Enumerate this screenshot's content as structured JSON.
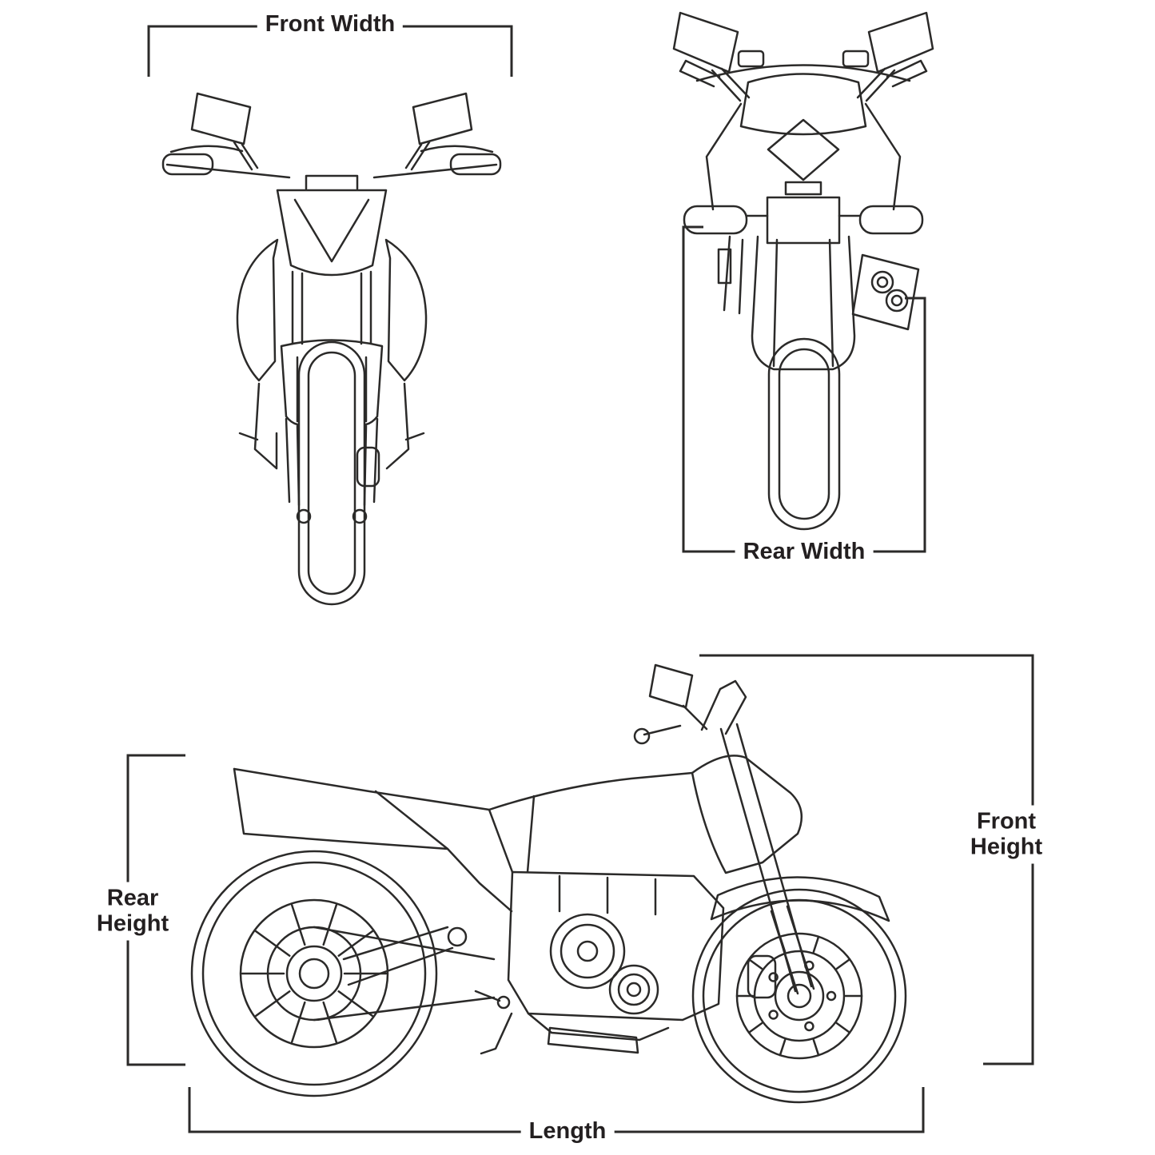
{
  "page": {
    "title": "Motorcycle Dimensions Diagram",
    "background": "#ffffff"
  },
  "labels": {
    "front_width": "Front Width",
    "rear_width": "Rear Width",
    "rear_height": "Rear Height",
    "front_height": "Front Height",
    "length": "Length"
  },
  "views": [
    {
      "name": "front-view",
      "description": "Motorcycle line drawing viewed from the front"
    },
    {
      "name": "rear-view",
      "description": "Motorcycle line drawing viewed from the rear"
    },
    {
      "name": "side-view",
      "description": "Motorcycle line drawing viewed from the side"
    }
  ],
  "colors": {
    "line": "#2b2a29",
    "label_text": "#231f20",
    "background": "#ffffff"
  }
}
